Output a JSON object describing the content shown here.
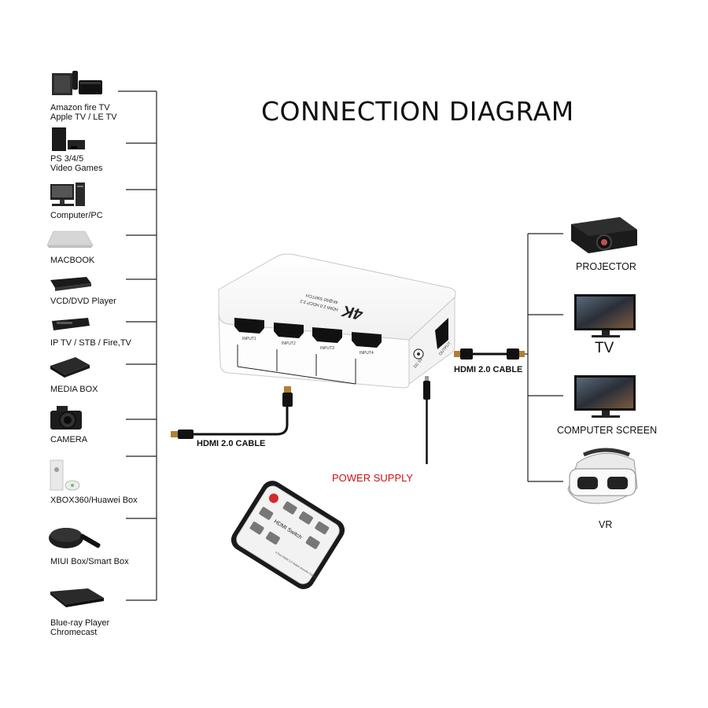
{
  "title": "CONNECTION DIAGRAM",
  "sources": [
    {
      "line1": "Amazon fire TV",
      "line2": "Apple TV / LE TV",
      "icon": "tv-box-icon"
    },
    {
      "line1": "PS 3/4/5",
      "line2": "Video Games",
      "icon": "game-console-icon"
    },
    {
      "line1": "Computer/PC",
      "line2": "",
      "icon": "desktop-computer-icon"
    },
    {
      "line1": "MACBOOK",
      "line2": "",
      "icon": "laptop-icon"
    },
    {
      "line1": "VCD/DVD Player",
      "line2": "",
      "icon": "dvd-player-icon"
    },
    {
      "line1": "IP TV / STB / Fire,TV",
      "line2": "",
      "icon": "set-top-box-icon"
    },
    {
      "line1": "MEDIA BOX",
      "line2": "",
      "icon": "media-box-icon"
    },
    {
      "line1": "CAMERA",
      "line2": "",
      "icon": "camera-icon"
    },
    {
      "line1": "XBOX360/Huawei Box",
      "line2": "",
      "icon": "xbox-icon"
    },
    {
      "line1": "MIUI Box/Smart Box",
      "line2": "",
      "icon": "smart-box-icon"
    },
    {
      "line1": "Blue-ray Player",
      "line2": "Chromecast",
      "icon": "bluray-player-icon"
    }
  ],
  "outputs": [
    {
      "label": "PROJECTOR",
      "icon": "projector-icon"
    },
    {
      "label": "TV",
      "icon": "tv-icon"
    },
    {
      "label": "COMPUTER SCREEN",
      "icon": "monitor-icon"
    },
    {
      "label": "VR",
      "icon": "vr-headset-icon"
    }
  ],
  "device": {
    "brand": "4K",
    "line1": "HDMI 2.0 HDCP 2.2",
    "line2": "4K@60 SWITCH",
    "inputs": [
      "INPUT1",
      "INPUT2",
      "INPUT3",
      "INPUT4"
    ],
    "output": "OUTPUT",
    "power_port": "DC 5V"
  },
  "cables": {
    "input_cable": "HDMI 2.0 CABLE",
    "output_cable": "HDMI 2.0 CABLE"
  },
  "power_supply": "POWER SUPPLY",
  "remote": {
    "label1": "HDMI Switch",
    "label2": "4 Port HDMI 2.0 Switch Remote Control"
  },
  "colors": {
    "line": "#222222",
    "power_text": "#d01010",
    "device_body": "#ffffff",
    "device_outline": "#c8c8c8"
  }
}
